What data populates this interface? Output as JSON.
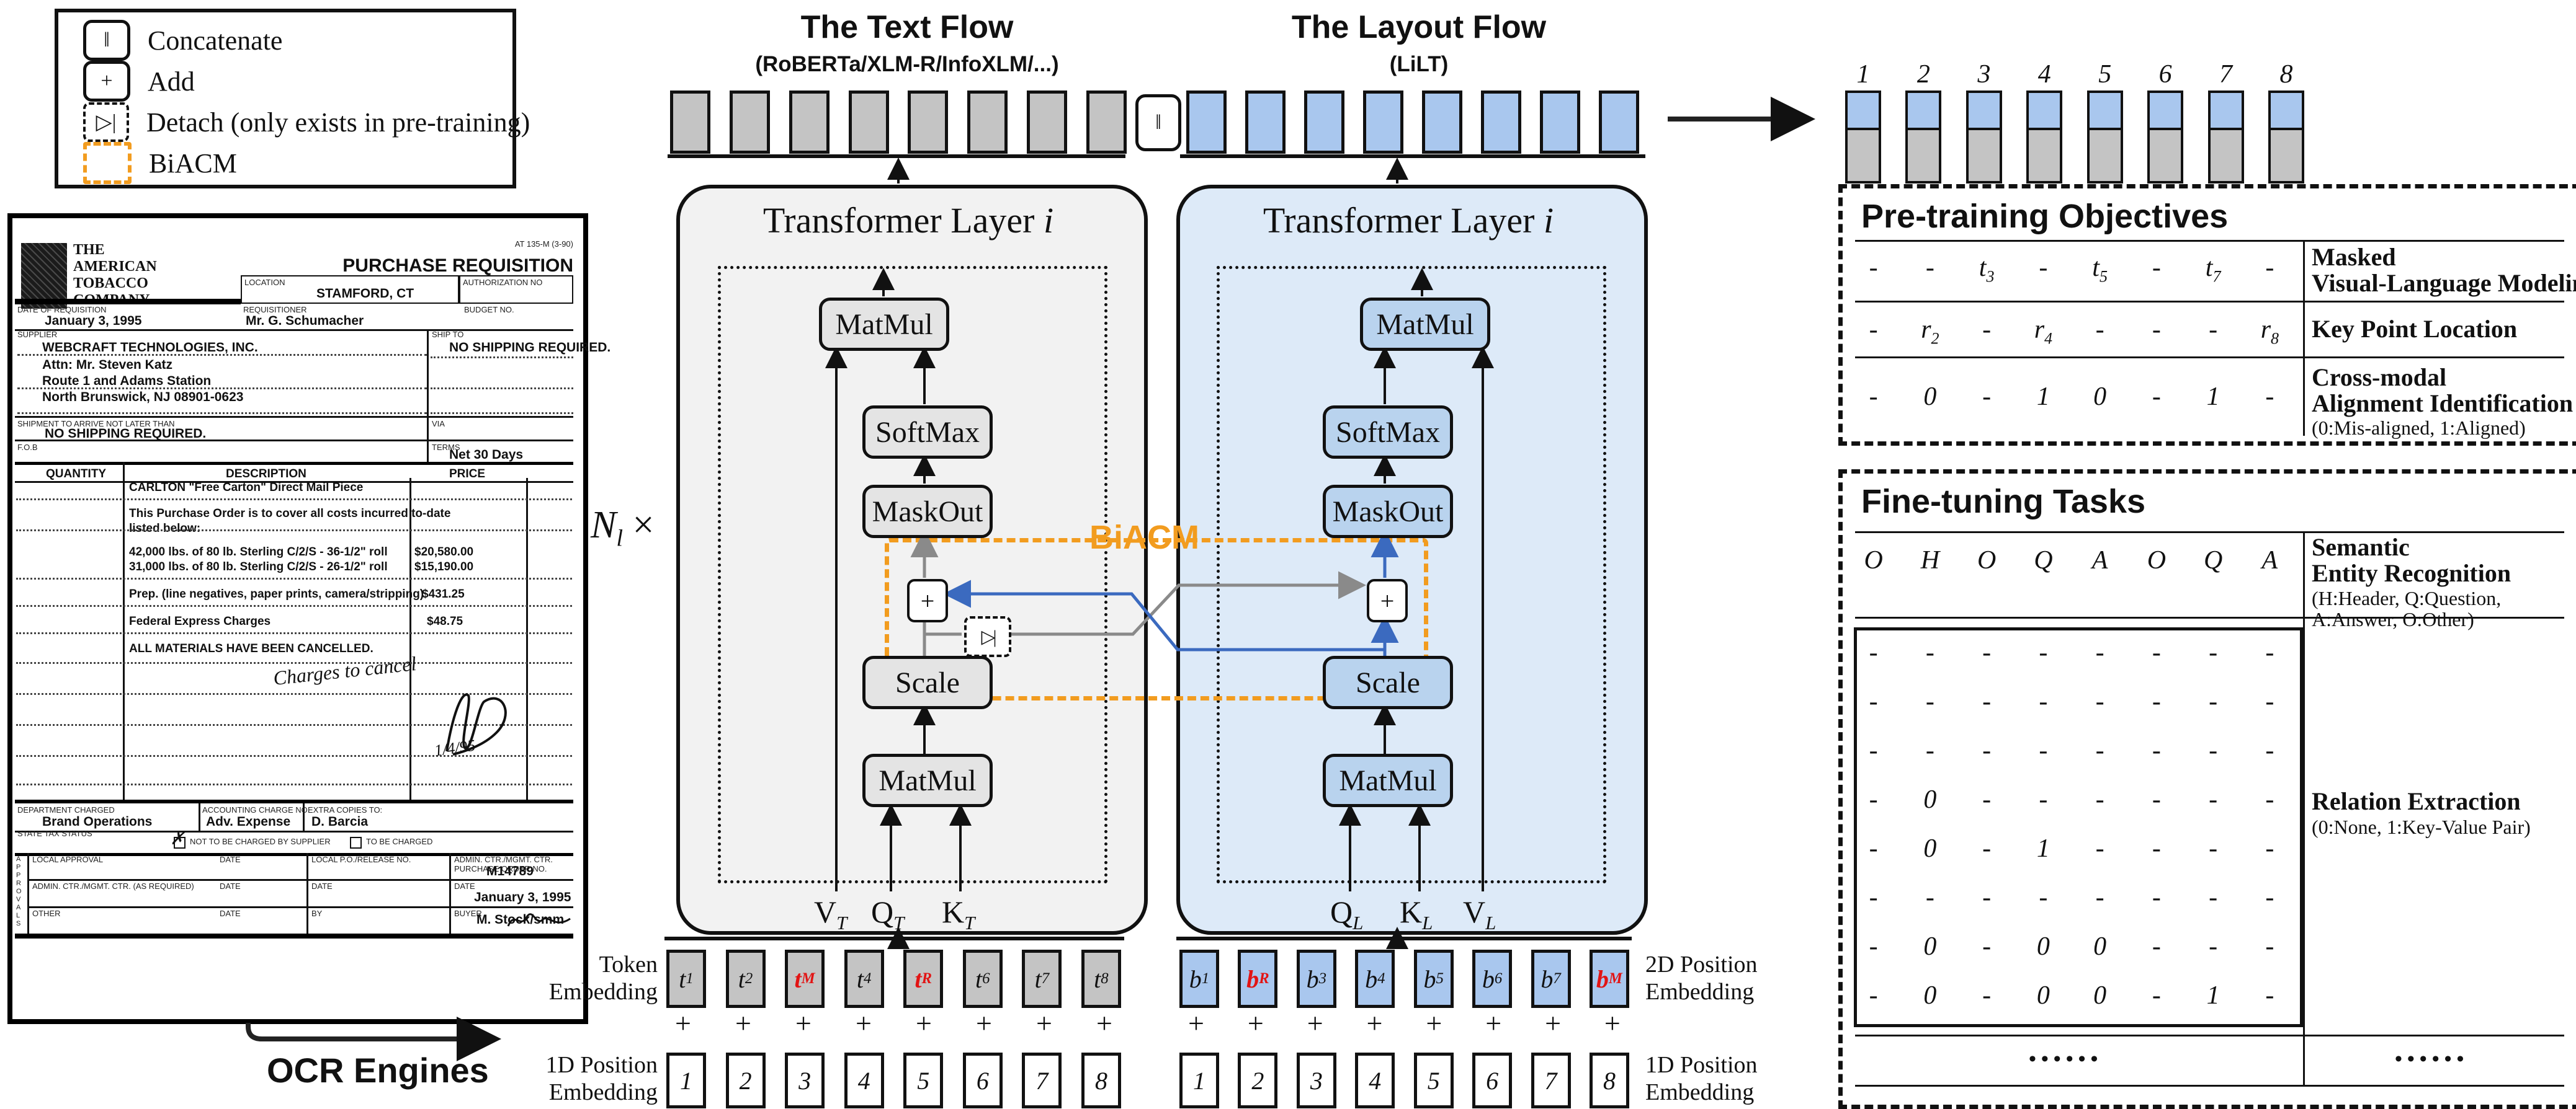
{
  "colors": {
    "orange": "#F29C1F",
    "blue_line": "#3B6ABF",
    "gray_line": "#8A8A8A",
    "text_flow_bg": "#F2F2F2",
    "text_op_bg": "#E4E4E4",
    "layout_flow_bg": "#DDEAF8",
    "layout_op_bg": "#B9D3EE",
    "token_gray": "#C4C4C4",
    "token_blue": "#A9C7EE",
    "red_token": "#E21414"
  },
  "legend": {
    "items": [
      {
        "icon": "concatenate-icon",
        "glyph": "‖",
        "label": "Concatenate"
      },
      {
        "icon": "add-icon",
        "glyph": "+",
        "label": "Add"
      },
      {
        "icon": "detach-icon",
        "glyph": "▷|",
        "label": "Detach (only exists in pre-training)"
      },
      {
        "icon": "biacm-icon",
        "glyph": "",
        "label": "BiACM"
      }
    ]
  },
  "headers": {
    "text_flow_title": "The Text Flow",
    "text_flow_subtitle": "(RoBERTa/XLM-R/InfoXLM/...)",
    "layout_flow_title": "The Layout Flow",
    "layout_flow_subtitle": "(LiLT)",
    "transformer_label": "Transformer Layer ",
    "transformer_index": "i",
    "biacm_label": "BiACM",
    "n_base": "N",
    "n_sub": "l",
    "n_times": "×",
    "concat_glyph": "‖",
    "detach_glyph": "▷|"
  },
  "ops": {
    "matmul": "MatMul",
    "softmax": "SoftMax",
    "maskout": "MaskOut",
    "scale": "Scale",
    "plus": "+"
  },
  "qkv": {
    "text": [
      {
        "b": "V",
        "s": "T"
      },
      {
        "b": "Q",
        "s": "T"
      },
      {
        "b": "K",
        "s": "T"
      }
    ],
    "layout": [
      {
        "b": "Q",
        "s": "L"
      },
      {
        "b": "K",
        "s": "L"
      },
      {
        "b": "V",
        "s": "L"
      }
    ]
  },
  "embeddings": {
    "text_tokens": [
      {
        "t": "t",
        "sub": "1"
      },
      {
        "t": "t",
        "sub": "2"
      },
      {
        "t": "t",
        "sub": "M",
        "cls": "red"
      },
      {
        "t": "t",
        "sub": "4"
      },
      {
        "t": "t",
        "sub": "R",
        "cls": "red"
      },
      {
        "t": "t",
        "sub": "6"
      },
      {
        "t": "t",
        "sub": "7"
      },
      {
        "t": "t",
        "sub": "8"
      }
    ],
    "layout_tokens": [
      {
        "t": "b",
        "sub": "1"
      },
      {
        "t": "b",
        "sub": "R",
        "cls": "red"
      },
      {
        "t": "b",
        "sub": "3"
      },
      {
        "t": "b",
        "sub": "4"
      },
      {
        "t": "b",
        "sub": "5"
      },
      {
        "t": "b",
        "sub": "6"
      },
      {
        "t": "b",
        "sub": "7"
      },
      {
        "t": "b",
        "sub": "M",
        "cls": "red"
      }
    ],
    "plus_row": [
      "+",
      "+",
      "+",
      "+",
      "+",
      "+",
      "+",
      "+"
    ],
    "pos_1d": [
      "1",
      "2",
      "3",
      "4",
      "5",
      "6",
      "7",
      "8"
    ],
    "label_token": [
      "Token",
      "Embedding"
    ],
    "label_1d_left": [
      "1D Position",
      "Embedding"
    ],
    "label_2d_right": [
      "2D Position",
      "Embedding"
    ],
    "label_1d_right": [
      "1D Position",
      "Embedding"
    ]
  },
  "output": {
    "numbers": [
      "1",
      "2",
      "3",
      "4",
      "5",
      "6",
      "7",
      "8"
    ]
  },
  "pretraining": {
    "title": "Pre-training Objectives",
    "row_mvlm": [
      {
        "t": "-"
      },
      {
        "t": "-"
      },
      {
        "t": "t",
        "sub": "3"
      },
      {
        "t": "-"
      },
      {
        "t": "t",
        "sub": "5"
      },
      {
        "t": "-"
      },
      {
        "t": "t",
        "sub": "7"
      },
      {
        "t": "-"
      }
    ],
    "row_kpl": [
      {
        "t": "-"
      },
      {
        "t": "r",
        "sub": "2"
      },
      {
        "t": "-"
      },
      {
        "t": "r",
        "sub": "4"
      },
      {
        "t": "-"
      },
      {
        "t": "-"
      },
      {
        "t": "-"
      },
      {
        "t": "r",
        "sub": "8"
      }
    ],
    "row_cai": [
      {
        "t": "-"
      },
      {
        "t": "0"
      },
      {
        "t": "-"
      },
      {
        "t": "1"
      },
      {
        "t": "0"
      },
      {
        "t": "-"
      },
      {
        "t": "1"
      },
      {
        "t": "-"
      }
    ],
    "label_mvlm": [
      "Masked",
      "Visual-Language Modeling"
    ],
    "label_kpl": "Key Point Location",
    "label_cai": [
      "Cross-modal",
      "Alignment Identification"
    ],
    "note_cai": "(0:Mis-aligned, 1:Aligned)"
  },
  "finetuning": {
    "title": "Fine-tuning Tasks",
    "ser_letters": [
      "O",
      "H",
      "O",
      "Q",
      "A",
      "O",
      "Q",
      "A"
    ],
    "label_ser": [
      "Semantic",
      "Entity Recognition"
    ],
    "note_ser": [
      "(H:Header, Q:Question,",
      "A:Answer, O:Other)"
    ],
    "matrix": [
      [
        "-",
        "-",
        "-",
        "-",
        "-",
        "-",
        "-",
        "-"
      ],
      [
        "-",
        "-",
        "-",
        "-",
        "-",
        "-",
        "-",
        "-"
      ],
      [
        "-",
        "-",
        "-",
        "-",
        "-",
        "-",
        "-",
        "-"
      ],
      [
        "-",
        "0",
        "-",
        "-",
        "-",
        "-",
        "-",
        "-"
      ],
      [
        "-",
        "0",
        "-",
        "1",
        "-",
        "-",
        "-",
        "-"
      ],
      [
        "-",
        "-",
        "-",
        "-",
        "-",
        "-",
        "-",
        "-"
      ],
      [
        "-",
        "0",
        "-",
        "0",
        "0",
        "-",
        "-",
        "-"
      ],
      [
        "-",
        "0",
        "-",
        "0",
        "0",
        "-",
        "1",
        "-"
      ]
    ],
    "label_re": "Relation Extraction",
    "note_re": "(0:None, 1:Key-Value Pair)",
    "dots_left": "••••••",
    "dots_right": "••••••"
  },
  "ocr": {
    "label": "OCR Engines"
  },
  "document": {
    "form_no": "AT 135-M (3-90)",
    "company": [
      "THE",
      "AMERICAN",
      "TOBACCO",
      "COMPANY"
    ],
    "title": "PURCHASE REQUISITION",
    "location_label": "LOCATION",
    "location": "STAMFORD, CT",
    "auth_label": "AUTHORIZATION NO",
    "date_label": "DATE OF REQUISITION",
    "date": "January 3, 1995",
    "req_label": "REQUISITIONER",
    "requisitioner": "Mr. G. Schumacher",
    "budget_label": "BUDGET NO.",
    "supplier_label": "SUPPLIER",
    "supplier": [
      "WEBCRAFT TECHNOLOGIES, INC.",
      "Attn: Mr. Steven Katz",
      "Route 1 and Adams Station",
      "North Brunswick, NJ 08901-0623"
    ],
    "shipto_label": "SHIP TO",
    "shipto": "NO SHIPPING REQUIRED.",
    "arrive_label": "SHIPMENT TO ARRIVE NOT LATER THAN",
    "arrive": "NO SHIPPING REQUIRED.",
    "via_label": "VIA",
    "fob_label": "F.O.B",
    "terms_label": "TERMS",
    "terms": "Net 30 Days",
    "qty_label": "QUANTITY",
    "desc_label": "DESCRIPTION",
    "price_label": "PRICE",
    "items": [
      {
        "desc": "CARLTON \"Free Carton\" Direct Mail Piece",
        "price": ""
      },
      {
        "desc": "This Purchase Order is to cover all costs incurred to-date",
        "price": ""
      },
      {
        "desc": "listed below:",
        "price": ""
      },
      {
        "desc": "42,000 lbs. of 80 lb. Sterling C/2/S - 36-1/2\" roll",
        "price": "$20,580.00"
      },
      {
        "desc": "31,000 lbs. of 80 lb. Sterling C/2/S - 26-1/2\" roll",
        "price": "$15,190.00"
      },
      {
        "desc": "Prep. (line negatives, paper prints, camera/stripping)",
        "price": "$431.25"
      },
      {
        "desc": "Federal Express Charges",
        "price": "$48.75"
      },
      {
        "desc": "ALL MATERIALS HAVE BEEN CANCELLED.",
        "price": ""
      }
    ],
    "handwriting": "Charges to cancel",
    "handwriting_date": "1/4/95",
    "dept_label": "DEPARTMENT CHARGED",
    "dept": "Brand Operations",
    "acct_label": "ACCOUNTING CHARGE NO.",
    "acct": "Adv. Expense",
    "copies_label": "EXTRA COPIES TO:",
    "copies": "D. Barcia",
    "tax_label": "STATE TAX STATUS",
    "tax_opt1": "NOT TO BE CHARGED BY SUPPLIER",
    "tax_opt2": "TO BE CHARGED",
    "approvals": "APPROVALS",
    "local_label": "LOCAL APPROVAL",
    "date_cell": "DATE",
    "po_label": "LOCAL P.O./RELEASE NO.",
    "admin_po_label": "ADMIN. CTR./MGMT. CTR.  PURCHASE ORDER NO.",
    "po_no": "M14789",
    "admin_label": "ADMIN. CTR./MGMT. CTR. (AS REQUIRED)",
    "po_date": "January 3, 1995",
    "other_label": "OTHER",
    "by_label": "BY",
    "buyer_label": "BUYER",
    "buyer": "M. Stock/smm"
  }
}
